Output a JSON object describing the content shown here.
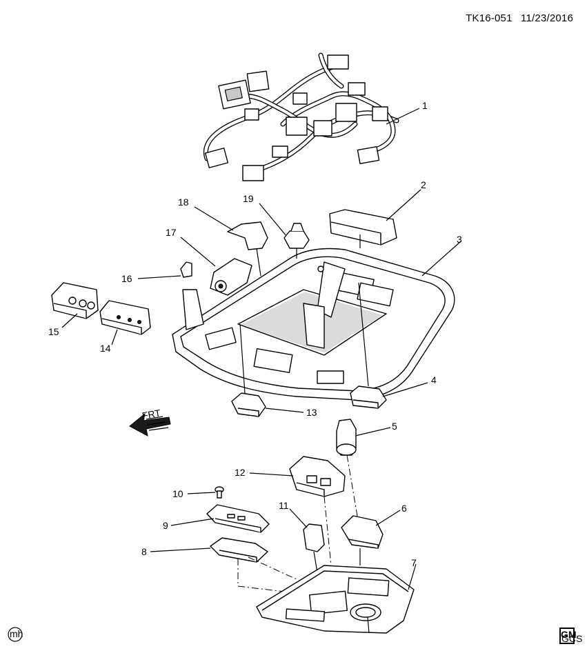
{
  "header": {
    "code": "TK16-051",
    "date": "11/23/2016"
  },
  "callouts": [
    "1",
    "2",
    "3",
    "4",
    "5",
    "6",
    "7",
    "8",
    "9",
    "10",
    "11",
    "12",
    "13",
    "14",
    "15",
    "16",
    "17",
    "18",
    "19"
  ],
  "direction_label": "FRT",
  "footer": {
    "left_logo": "mh",
    "right_logo_top": "GM",
    "right_logo_bottom": "GCS"
  }
}
